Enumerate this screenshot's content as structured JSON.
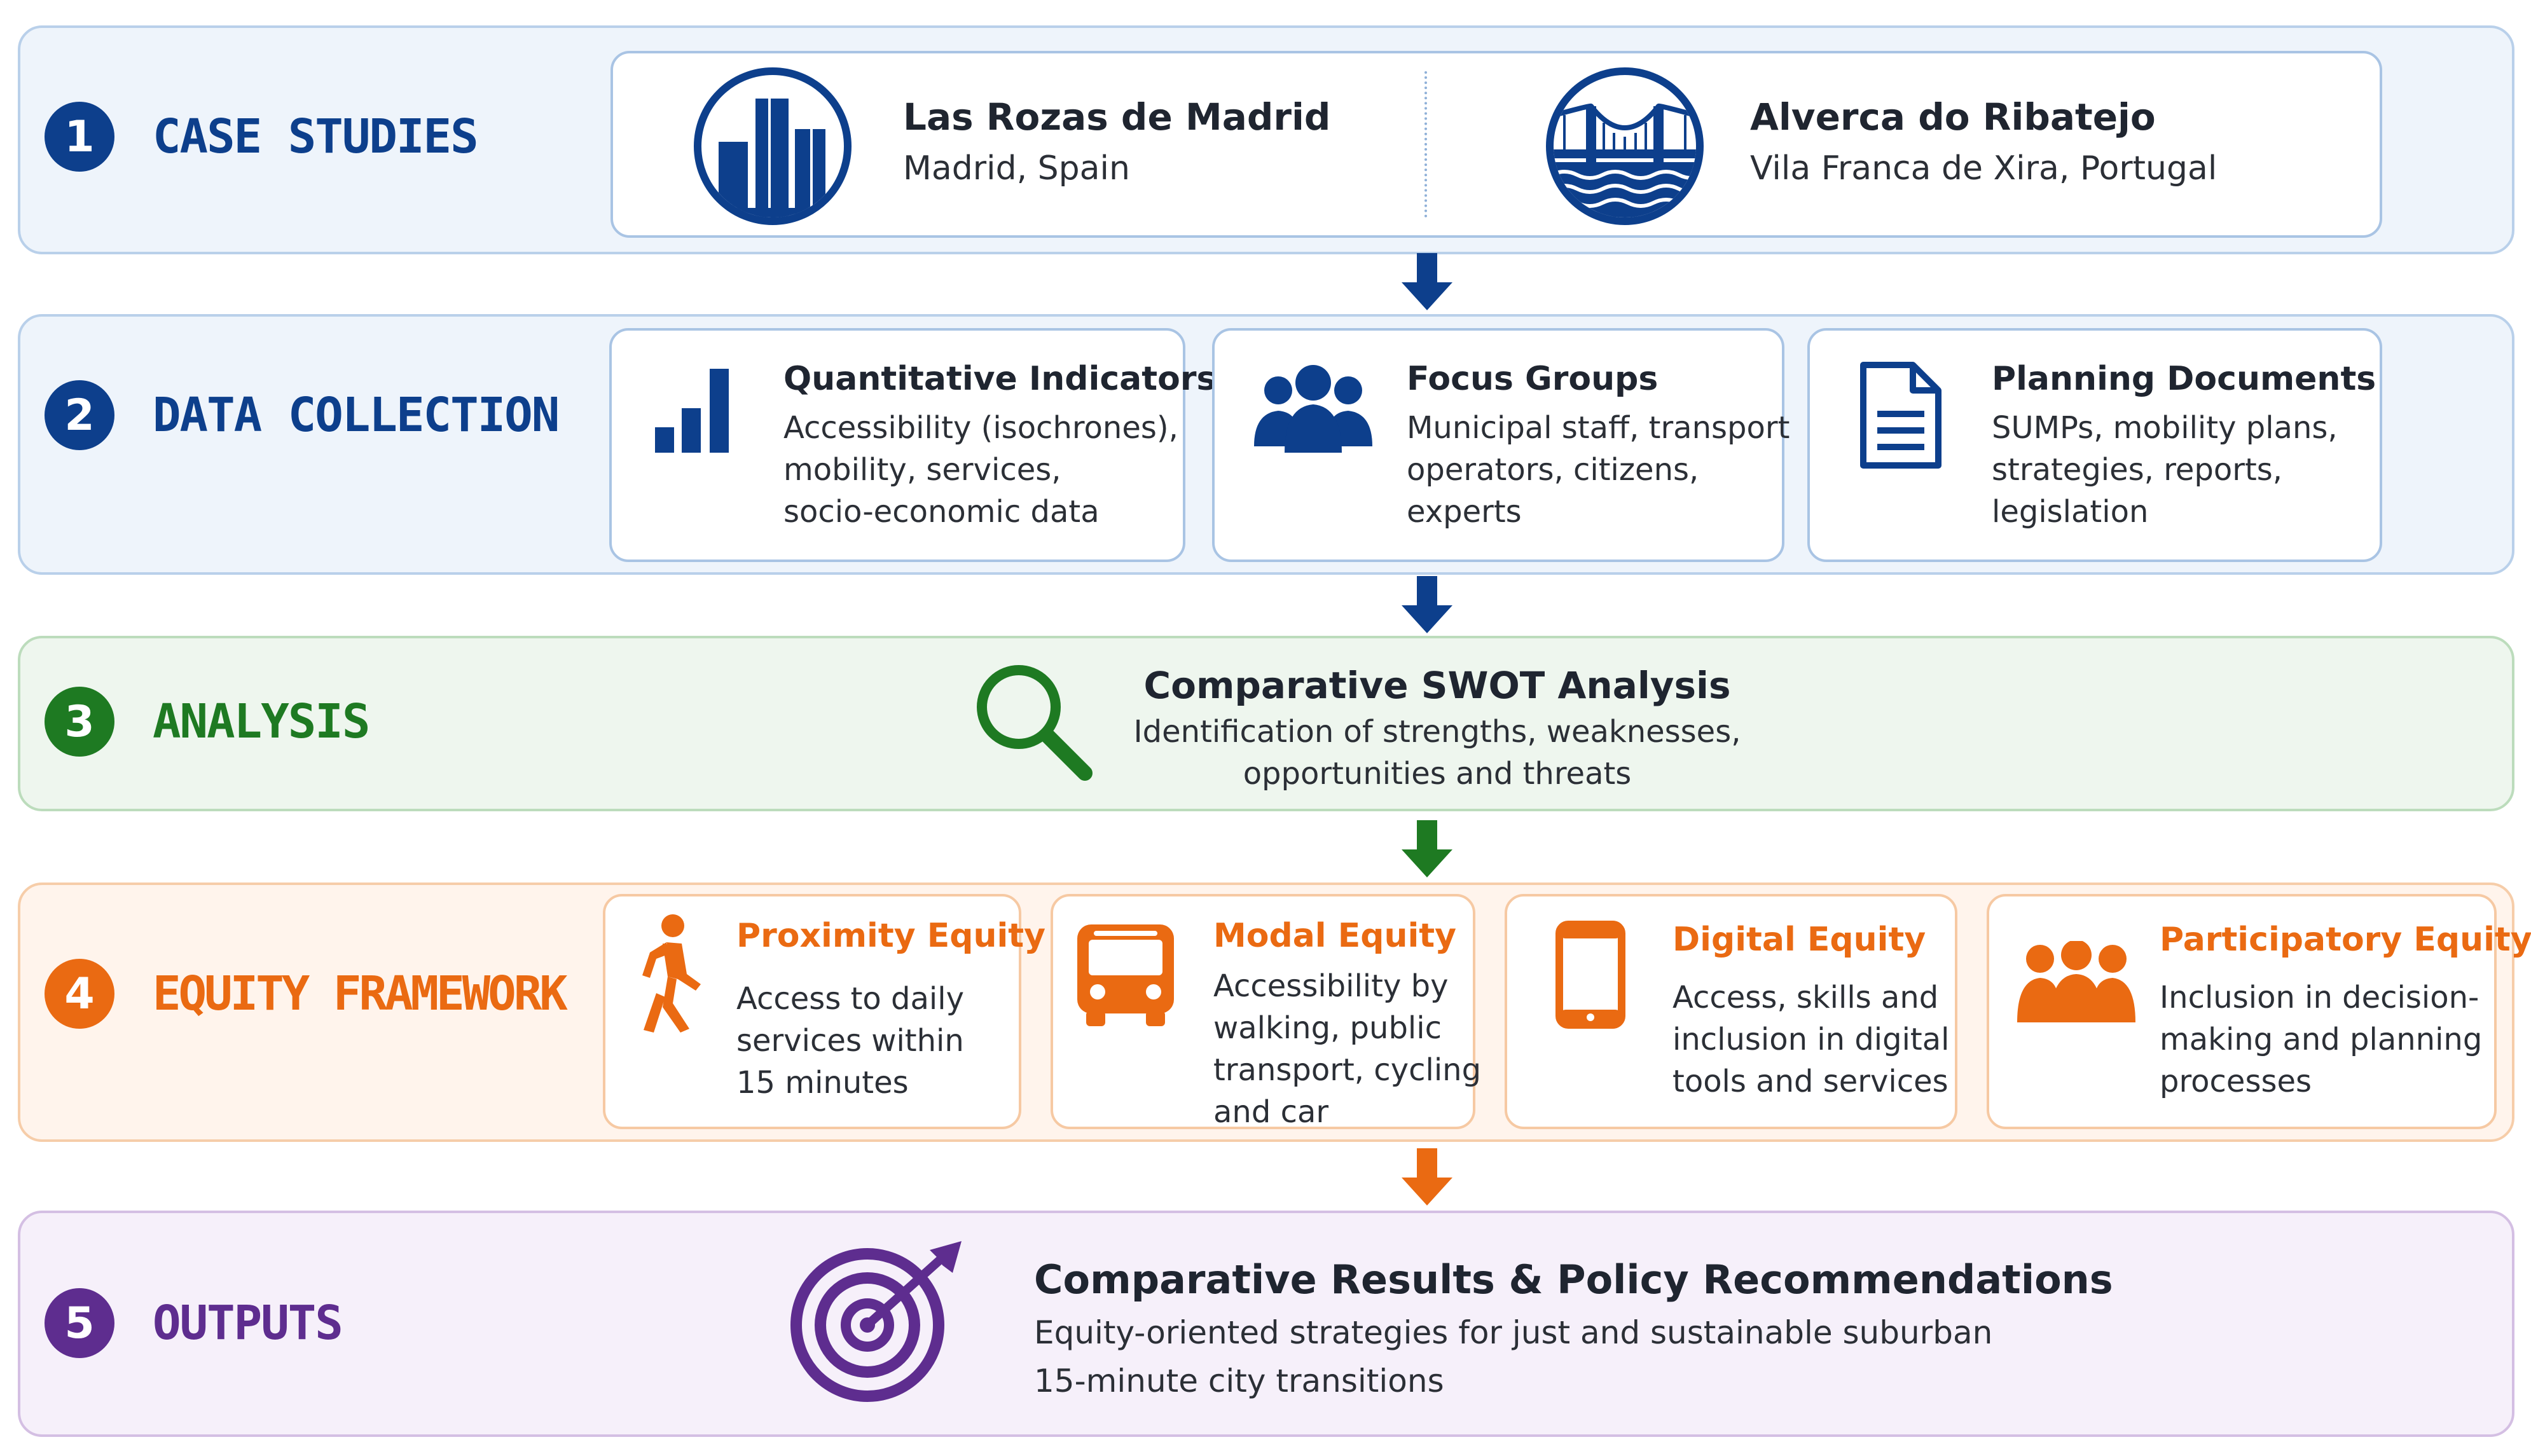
{
  "steps": [
    {
      "number": "1",
      "title": "CASE STUDIES",
      "color": "#0d3f8c"
    },
    {
      "number": "2",
      "title": "DATA COLLECTION",
      "color": "#0d3f8c"
    },
    {
      "number": "3",
      "title": "ANALYSIS",
      "color": "#1e7a22"
    },
    {
      "number": "4",
      "title": "EQUITY FRAMEWORK",
      "color": "#ea6a12"
    },
    {
      "number": "5",
      "title": "OUTPUTS",
      "color": "#5e2d8f"
    }
  ],
  "case_studies": [
    {
      "name": "Las Rozas de Madrid",
      "location": "Madrid, Spain",
      "icon": "city-buildings-icon"
    },
    {
      "name": "Alverca do Ribatejo",
      "location": "Vila Franca de Xira, Portugal",
      "icon": "bridge-icon"
    }
  ],
  "data_collection": [
    {
      "title": "Quantitative Indicators",
      "lines": [
        "Accessibility (isochrones),",
        "mobility, services,",
        "socio-economic data"
      ],
      "icon": "bar-chart-icon"
    },
    {
      "title": "Focus Groups",
      "lines": [
        "Municipal staff, transport",
        "operators, citizens,",
        "experts"
      ],
      "icon": "people-group-icon"
    },
    {
      "title": "Planning Documents",
      "lines": [
        "SUMPs, mobility plans,",
        "strategies, reports,",
        "legislation"
      ],
      "icon": "document-icon"
    }
  ],
  "analysis": {
    "title": "Comparative SWOT Analysis",
    "lines": [
      "Identification of strengths, weaknesses,",
      "opportunities and threats"
    ],
    "icon": "magnifier-icon"
  },
  "equity_framework": [
    {
      "title": "Proximity Equity",
      "lines": [
        "Access to daily",
        "services within",
        "15 minutes"
      ],
      "icon": "walking-person-icon"
    },
    {
      "title": "Modal Equity",
      "lines": [
        "Accessibility by",
        "walking, public",
        "transport, cycling",
        "and car"
      ],
      "icon": "bus-icon"
    },
    {
      "title": "Digital Equity",
      "lines": [
        "Access, skills and",
        "inclusion in digital",
        "tools and services"
      ],
      "icon": "smartphone-icon"
    },
    {
      "title": "Participatory Equity",
      "lines": [
        "Inclusion in decision-",
        "making and planning",
        "processes"
      ],
      "icon": "participants-icon"
    }
  ],
  "outputs": {
    "title": "Comparative Results & Policy Recommendations",
    "lines": [
      "Equity-oriented strategies for just and sustainable suburban",
      "15-minute city transitions"
    ],
    "icon": "target-arrow-icon"
  },
  "colors": {
    "blue": "#0d3f8c",
    "green": "#1e7a22",
    "orange": "#ea6a12",
    "purple": "#5e2d8f"
  }
}
